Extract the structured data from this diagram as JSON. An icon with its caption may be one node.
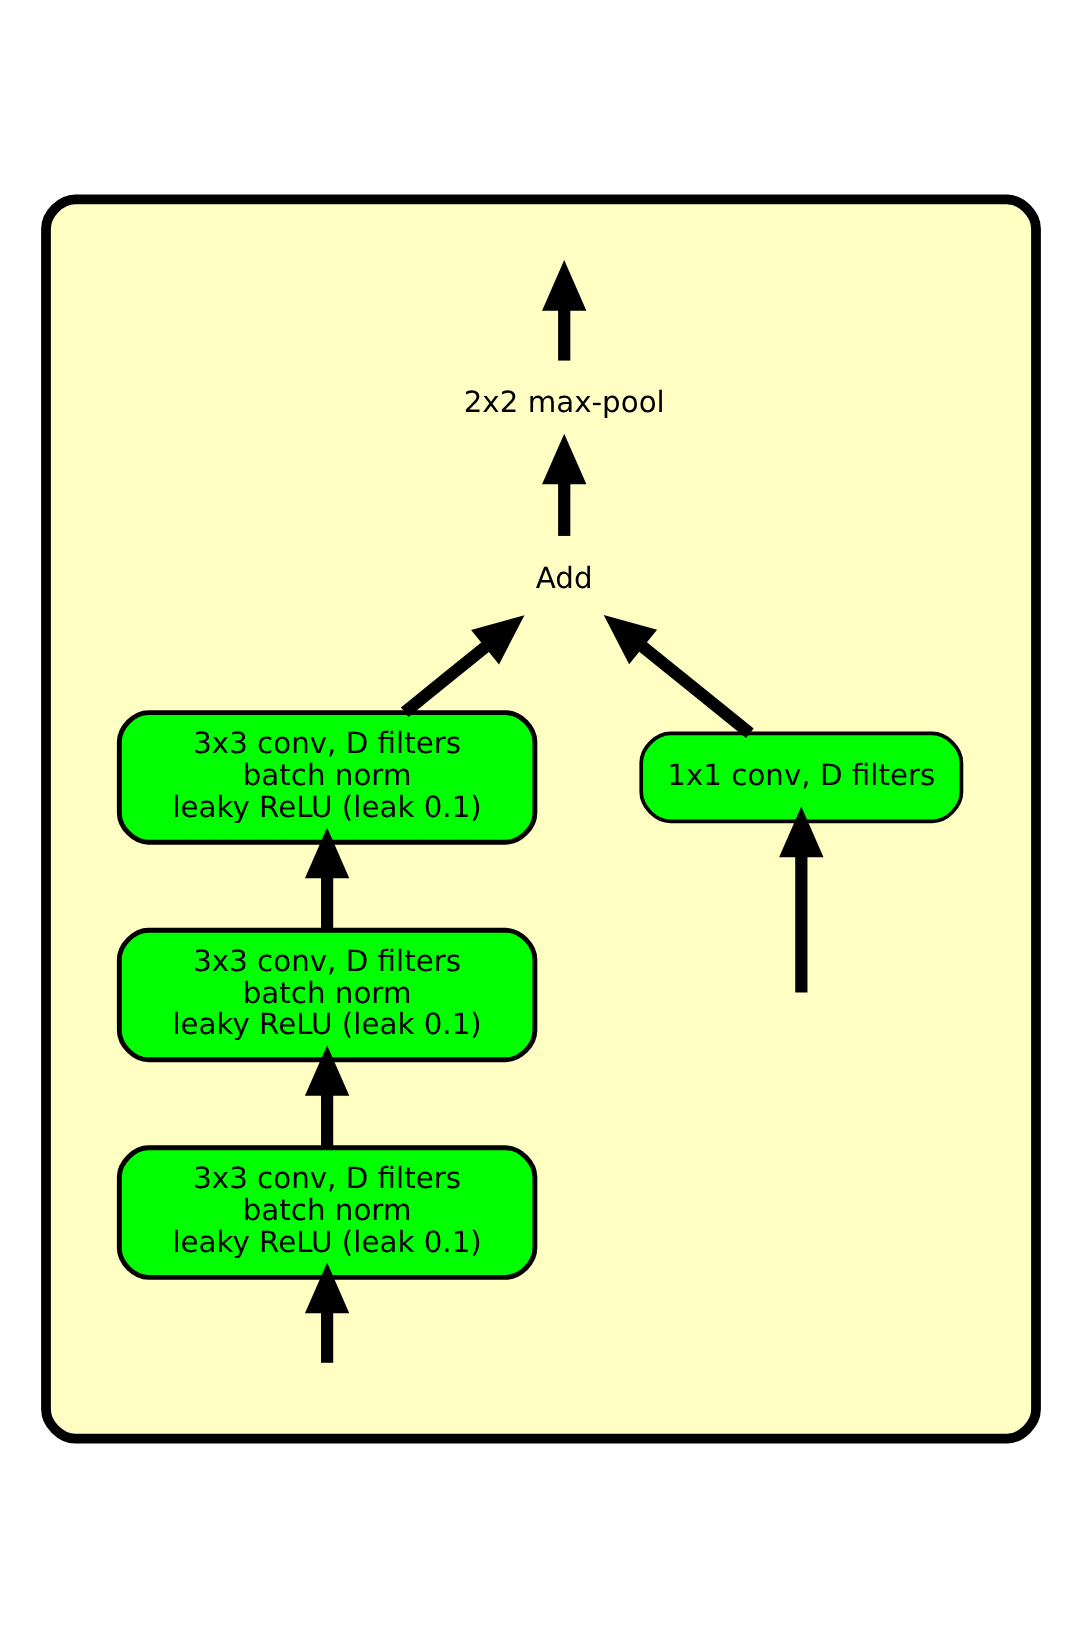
{
  "diagram": {
    "nodes": [
      {
        "text": [],
        "shape": "box"
      },
      {
        "text": [
          "2x2 max-pool"
        ],
        "in": 0
      },
      {
        "text": [
          "Add"
        ],
        "in": 0
      },
      {
        "text": [
          "3x3 conv, D filters",
          "batch norm",
          "leaky ReLU (leak 0.1)"
        ],
        "in": 0
      },
      {
        "text": [
          "3x3 conv, D filters",
          "batch norm",
          "leaky ReLU (leak 0.1)"
        ],
        "in": 0
      },
      {
        "text": [
          "3x3 conv, D filters",
          "batch norm",
          "leaky ReLU (leak 0.1)"
        ],
        "in": 0
      },
      {
        "text": [
          "1x1 conv, D filters"
        ],
        "in": 0
      }
    ],
    "edges": [
      {
        "from": null,
        "to": 5,
        "arrow": "to"
      },
      {
        "from": null,
        "to": 6,
        "arrow": "to"
      },
      {
        "from": 5,
        "to": 4,
        "arrow": "to"
      },
      {
        "from": 4,
        "to": 3,
        "arrow": "to"
      },
      {
        "from": 3,
        "to": 2,
        "arrow": "to"
      },
      {
        "from": 6,
        "to": 2,
        "arrow": "to"
      },
      {
        "from": 2,
        "to": 1,
        "arrow": "to"
      },
      {
        "from": 1,
        "to": null,
        "arrow": "to"
      }
    ]
  }
}
